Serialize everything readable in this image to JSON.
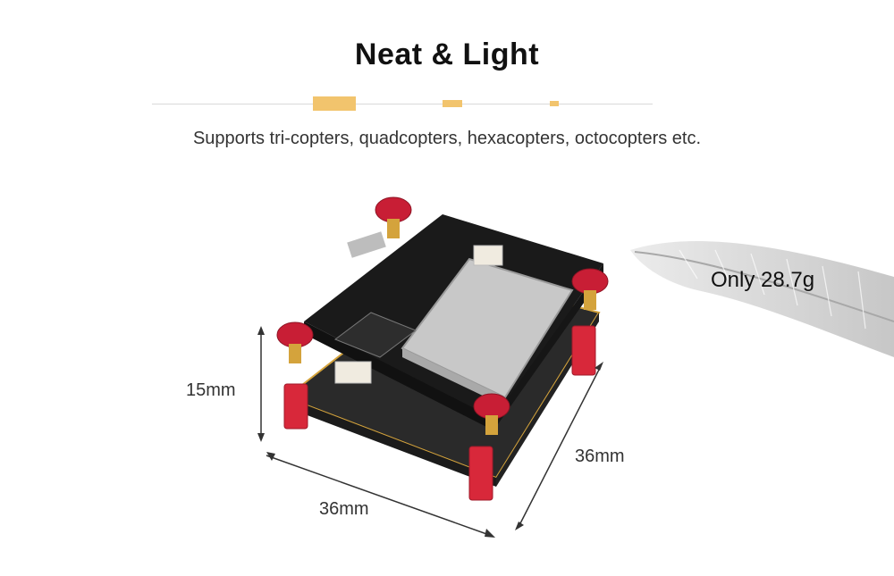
{
  "header": {
    "title": "Neat & Light",
    "subtitle": "Supports tri-copters, quadcopters, hexacopters, octocopters etc."
  },
  "specs": {
    "weight": "Only 28.7g",
    "height": "15mm",
    "width": "36mm",
    "depth": "36mm"
  },
  "colors": {
    "accent": "#f2c46d",
    "standoff_red": "#d8283a",
    "board_black": "#1a1a1a",
    "shield_silver": "#c8c8c8",
    "gold": "#d4a33c"
  },
  "icons": {
    "feather": "feather-icon",
    "product": "flight-controller-stack-icon"
  }
}
